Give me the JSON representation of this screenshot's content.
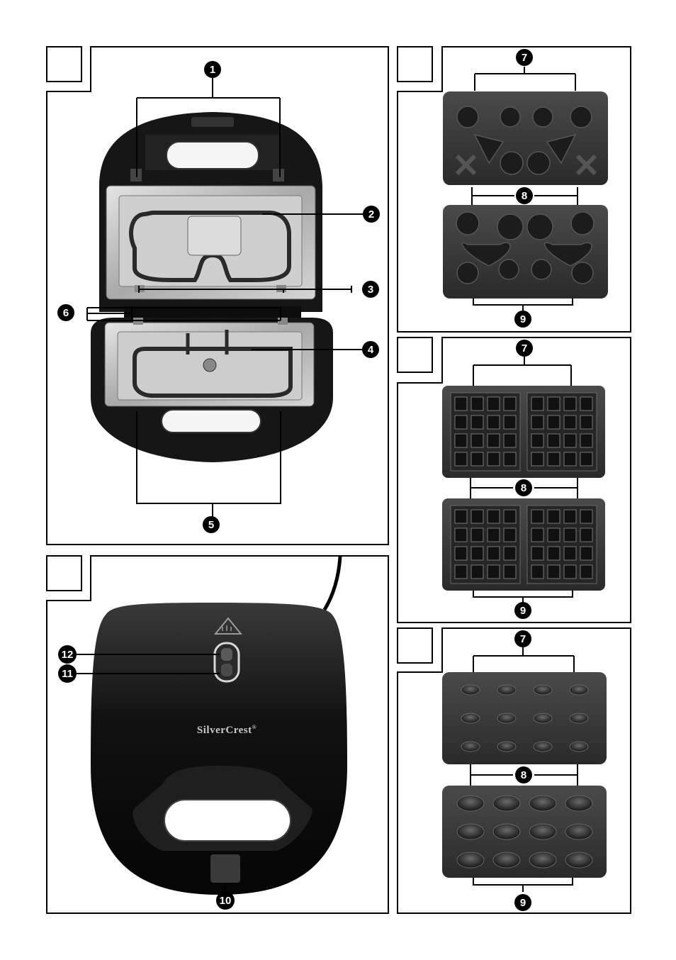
{
  "brand": {
    "logo_text": "SilverCrest",
    "registered_mark": "®"
  },
  "callouts": {
    "n1": "1",
    "n2": "2",
    "n3": "3",
    "n4": "4",
    "n5": "5",
    "n6": "6",
    "n7": "7",
    "n8": "8",
    "n9": "9",
    "n10": "10",
    "n11": "11",
    "n12": "12"
  },
  "icons": {
    "hot_surface": "hot-surface-warning-icon"
  },
  "colors": {
    "outline": "#000000",
    "appliance": "#1a1a1a",
    "plate": "#2b2b2b",
    "steel": "#b8b8b8"
  }
}
